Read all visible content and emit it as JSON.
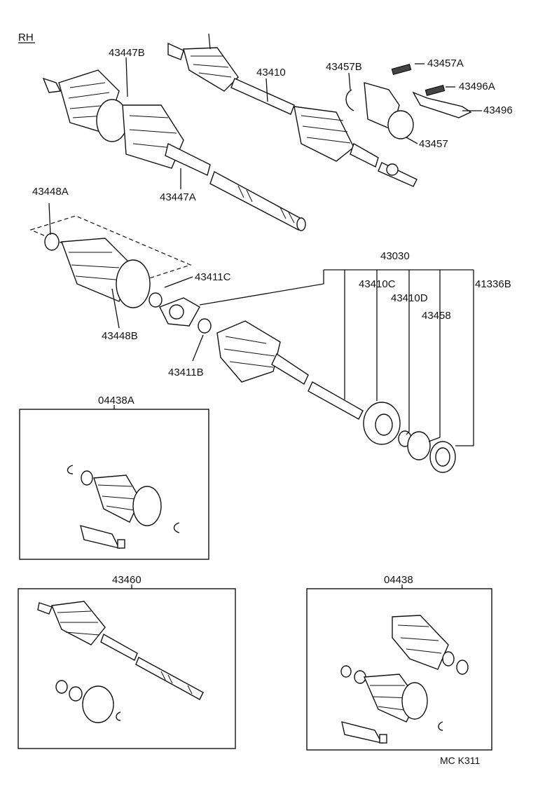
{
  "diagram": {
    "side_label": "RH",
    "code": "MC K311",
    "labels": {
      "p43447B": "43447B",
      "p43410": "43410",
      "p43457B": "43457B",
      "p43457A": "43457A",
      "p43496A": "43496A",
      "p43496": "43496",
      "p43457": "43457",
      "p43447A": "43447A",
      "p43448A": "43448A",
      "p43411C": "43411C",
      "p43448B": "43448B",
      "p43411B": "43411B",
      "p43030": "43030",
      "p43410C": "43410C",
      "p43410D": "43410D",
      "p41336B": "41336B",
      "p43458": "43458",
      "p04438A": "04438A",
      "p43460": "43460",
      "p04438": "04438"
    }
  }
}
